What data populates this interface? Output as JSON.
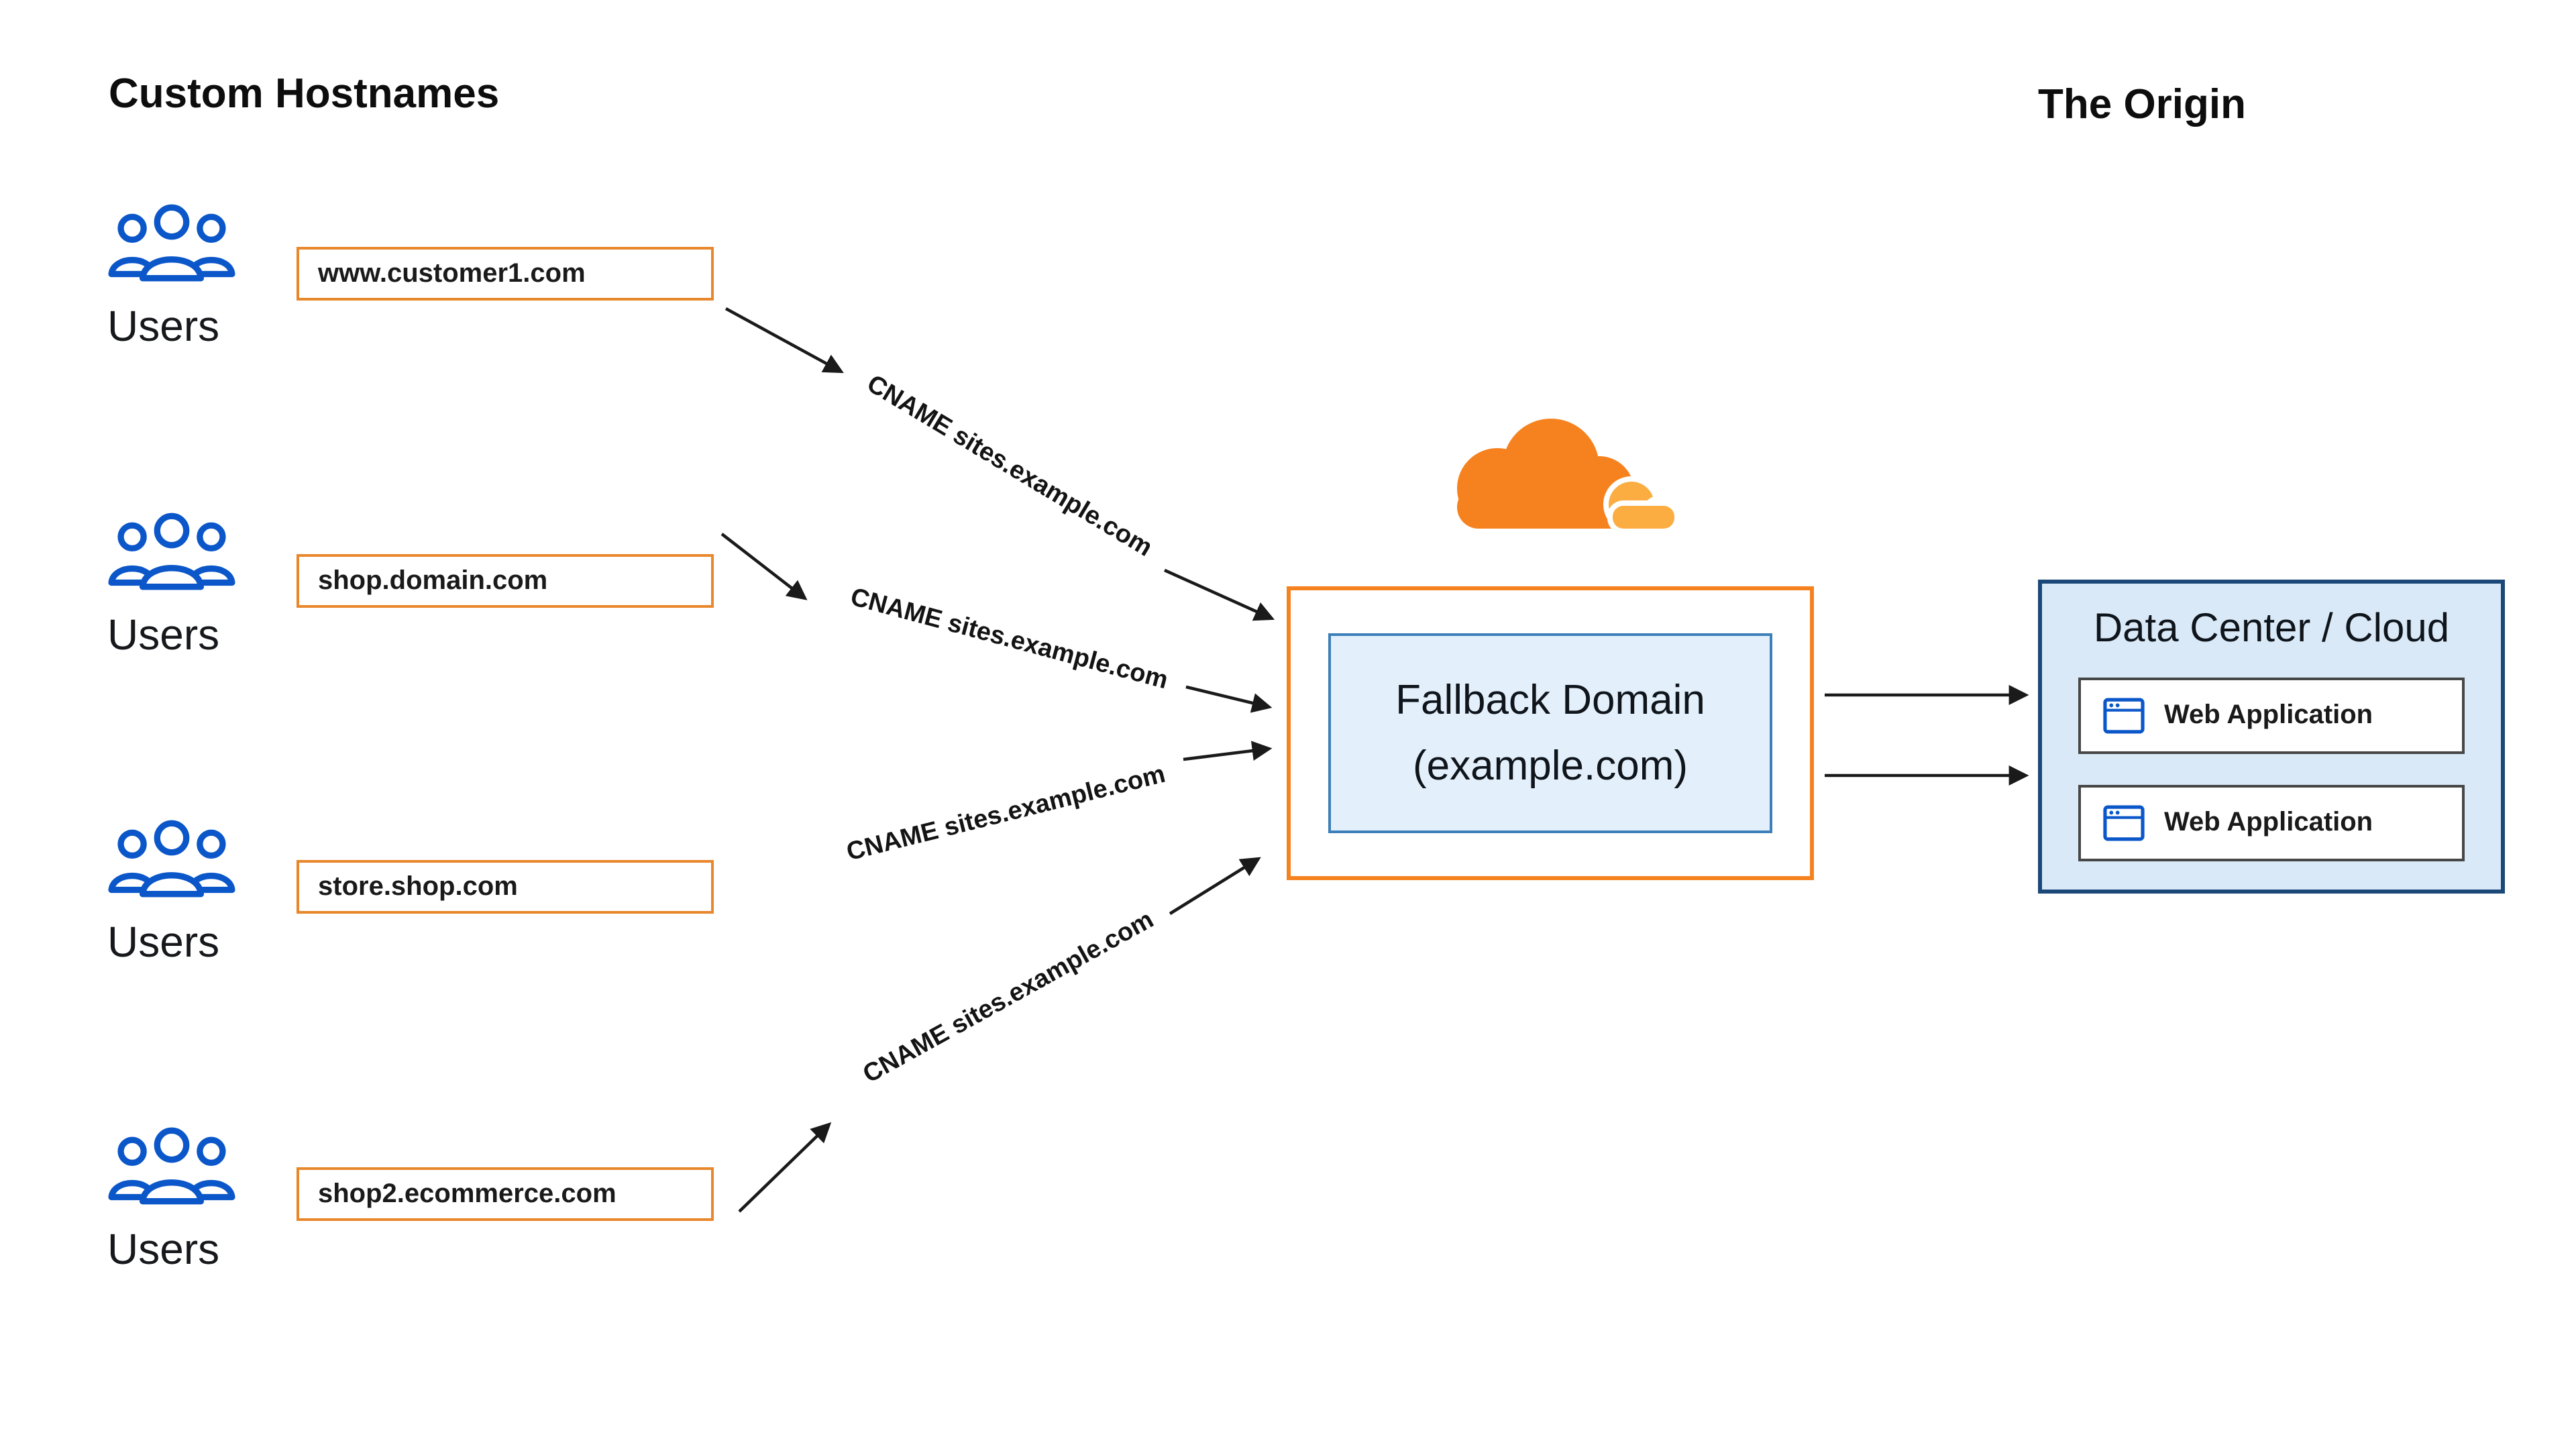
{
  "titles": {
    "custom_hostnames": "Custom Hostnames",
    "origin": "The Origin"
  },
  "rows": [
    {
      "users_label": "Users",
      "hostname": "www.customer1.com",
      "cname": "CNAME sites.example.com"
    },
    {
      "users_label": "Users",
      "hostname": "shop.domain.com",
      "cname": "CNAME sites.example.com"
    },
    {
      "users_label": "Users",
      "hostname": "store.shop.com",
      "cname": "CNAME sites.example.com"
    },
    {
      "users_label": "Users",
      "hostname": "shop2.ecommerce.com",
      "cname": "CNAME sites.example.com"
    }
  ],
  "cloudflare": {
    "logo_icon": "cloudflare-cloud-logo",
    "fallback_line1": "Fallback Domain",
    "fallback_line2": "(example.com)"
  },
  "origin_box": {
    "title": "Data Center / Cloud",
    "apps": [
      {
        "icon": "browser-window-icon",
        "label": "Web Application"
      },
      {
        "icon": "browser-window-icon",
        "label": "Web Application"
      }
    ]
  },
  "icons": {
    "users": "users-group-icon"
  },
  "colors": {
    "orange": "#F6821F",
    "orange_light": "#FBAD41",
    "blue_icon": "#0B57C9",
    "navy_border": "#1B4878",
    "light_blue_fill": "#D9E9F7",
    "inner_blue_fill": "#E3F0FB",
    "hostname_border": "#E8872B",
    "arrow": "#1A1A1A"
  }
}
